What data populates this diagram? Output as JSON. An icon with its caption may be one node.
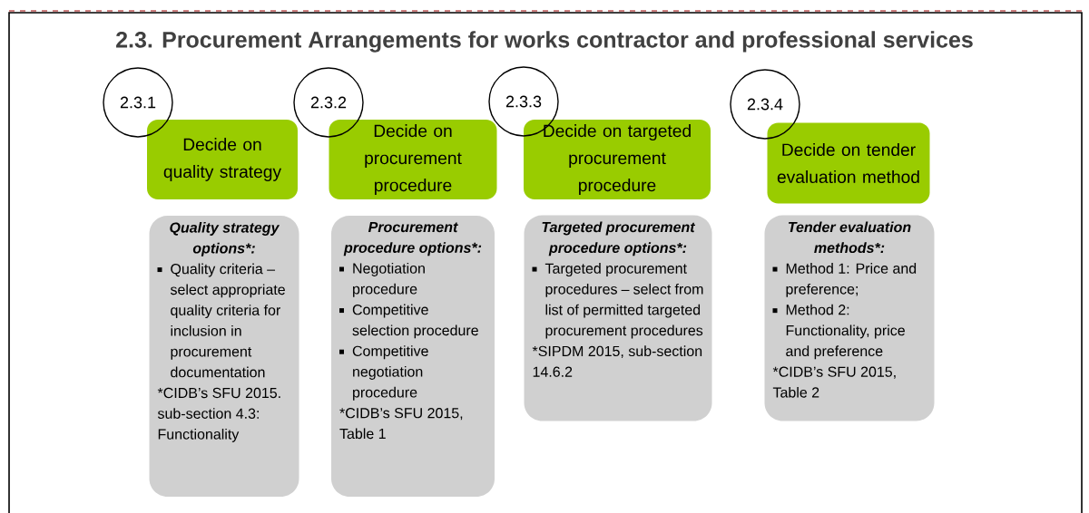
{
  "diagram": {
    "title": "2.3. Procurement Arrangements for works contractor and professional services",
    "nodes": [
      {
        "text": [
          "2.3.1"
        ]
      },
      {
        "text": [
          "Decide on quality strategy"
        ]
      },
      {
        "text": [
          "Quality strategy options*:",
          "Quality criteria – select appropriate quality criteria for inclusion in procurement documentation",
          "*CIDB’s SFU 2015. sub-section 4.3: Functionality"
        ]
      },
      {
        "text": [
          "2.3.2"
        ]
      },
      {
        "text": [
          "Decide on procurement procedure"
        ]
      },
      {
        "text": [
          "Procurement procedure options*:",
          "Negotiation procedure",
          "Competitive selection procedure",
          "Competitive negotiation procedure",
          "*CIDB’s SFU 2015, Table 1"
        ]
      },
      {
        "text": [
          "2.3.3"
        ]
      },
      {
        "text": [
          "Decide on targeted procurement procedure"
        ]
      },
      {
        "text": [
          "Targeted procurement procedure options*:",
          "Targeted procurement procedures – select from list of permitted targeted procurement procedures",
          "*SIPDM 2015, sub-section 14.6.2"
        ]
      },
      {
        "text": [
          "2.3.4"
        ]
      },
      {
        "text": [
          "Decide on tender evaluation method"
        ]
      },
      {
        "text": [
          "Tender evaluation methods*:",
          "Method 1: Price and preference;",
          "Method 2: Functionality, price and preference",
          "*CIDB’s SFU 2015, Table 2"
        ]
      }
    ]
  }
}
